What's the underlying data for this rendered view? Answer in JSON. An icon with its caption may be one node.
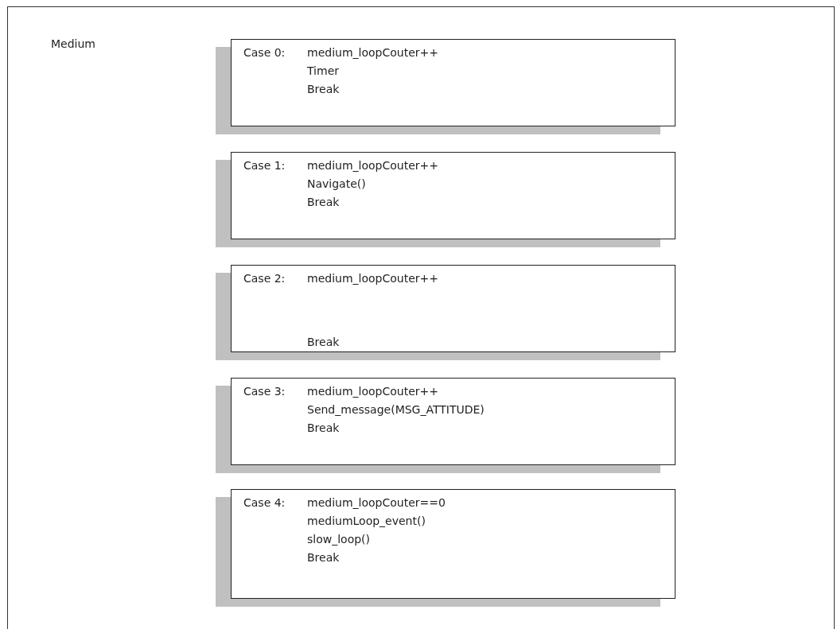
{
  "diagram": {
    "nodes": [
      {
        "text": [
          "Medium"
        ]
      },
      {
        "text": [
          "Case 0:",
          "medium_loopCouter++",
          "Timer",
          "Break"
        ],
        "in": 0
      },
      {
        "text": [
          "Case 1:",
          "medium_loopCouter++",
          "Navigate()",
          "Break"
        ],
        "in": 0
      },
      {
        "text": [
          "Case 2:",
          "medium_loopCouter++",
          "Break"
        ],
        "in": 0
      },
      {
        "text": [
          "Case 3:",
          "medium_loopCouter++",
          "Send_message(MSG_ATTITUDE)",
          "Break"
        ],
        "in": 0
      },
      {
        "text": [
          "Case 4:",
          "medium_loopCouter==0",
          "mediumLoop_event()",
          "slow_loop()",
          "Break"
        ],
        "in": 0
      }
    ],
    "edges": []
  }
}
